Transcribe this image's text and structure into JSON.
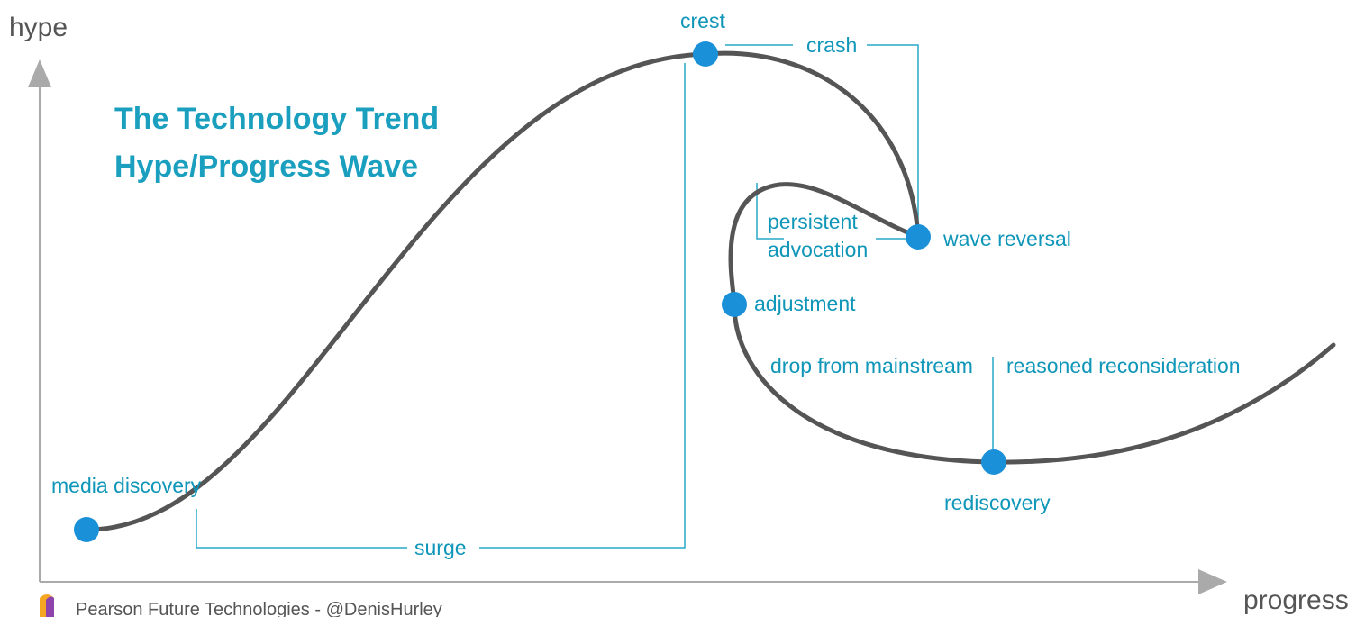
{
  "title_line1": "The Technology Trend",
  "title_line2": "Hype/Progress Wave",
  "axes": {
    "y_label": "hype",
    "x_label": "progress"
  },
  "stages": {
    "media_discovery": "media discovery",
    "surge": "surge",
    "crest": "crest",
    "crash": "crash",
    "wave_reversal": "wave reversal",
    "persistent_line1": "persistent",
    "persistent_line2": "advocation",
    "adjustment": "adjustment",
    "drop": "drop from mainstream",
    "reconsideration": "reasoned reconsideration",
    "rediscovery": "rediscovery"
  },
  "credit": "Pearson Future Technologies - @DenisHurley",
  "colors": {
    "accent": "#1a9fbf",
    "node": "#1a90d8",
    "curve": "#555555",
    "logo": [
      "#f5a623",
      "#8e44ad"
    ]
  }
}
